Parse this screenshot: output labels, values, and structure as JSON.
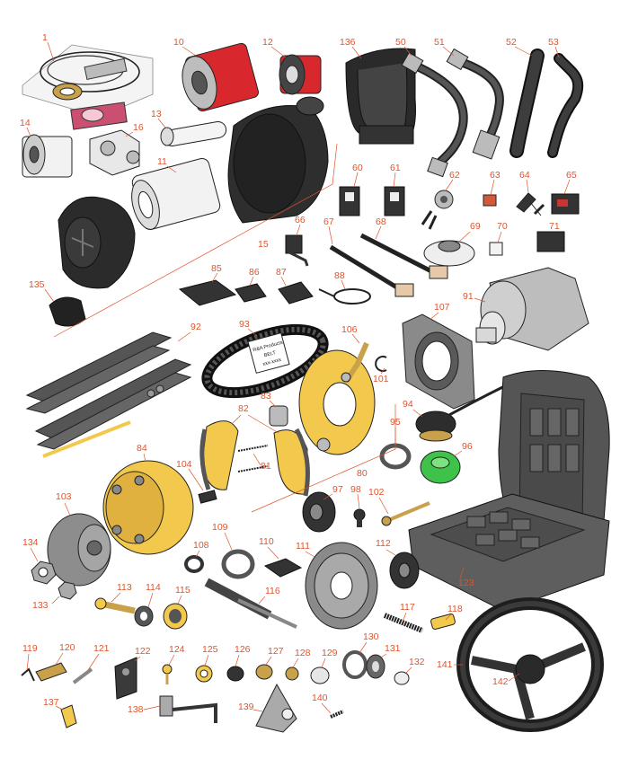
{
  "diagram": {
    "parts": [
      {
        "id": "p1",
        "name": "gasket kit",
        "label": "1"
      },
      {
        "id": "p10",
        "name": "hydraulic filter",
        "label": "10"
      },
      {
        "id": "p12",
        "name": "oil filter",
        "label": "12"
      },
      {
        "id": "p136",
        "name": "air cleaner bracket",
        "label": "136"
      },
      {
        "id": "p50",
        "name": "hydraulic hose",
        "label": "50"
      },
      {
        "id": "p51",
        "name": "hydraulic hose",
        "label": "51"
      },
      {
        "id": "p52",
        "name": "radiator hose upper",
        "label": "52"
      },
      {
        "id": "p53",
        "name": "radiator hose lower",
        "label": "53"
      },
      {
        "id": "p14",
        "name": "fuel filter",
        "label": "14"
      },
      {
        "id": "p16",
        "name": "filter head",
        "label": "16"
      },
      {
        "id": "p13",
        "name": "inner air element",
        "label": "13"
      },
      {
        "id": "p11",
        "name": "outer air element",
        "label": "11"
      },
      {
        "id": "p15",
        "name": "air cleaner assembly",
        "label": "15"
      },
      {
        "id": "p135",
        "name": "vacuator valve",
        "label": "135"
      },
      {
        "id": "p60",
        "name": "rocker switch",
        "label": "60"
      },
      {
        "id": "p61",
        "name": "rocker switch",
        "label": "61"
      },
      {
        "id": "p62",
        "name": "ignition switch",
        "label": "62"
      },
      {
        "id": "p63",
        "name": "fuse",
        "label": "63"
      },
      {
        "id": "p64",
        "name": "keys",
        "label": "64"
      },
      {
        "id": "p65",
        "name": "relay",
        "label": "65"
      },
      {
        "id": "p66",
        "name": "seat switch",
        "label": "66"
      },
      {
        "id": "p67",
        "name": "interlock switch",
        "label": "67"
      },
      {
        "id": "p68",
        "name": "interlock switch",
        "label": "68"
      },
      {
        "id": "p69",
        "name": "horn",
        "label": "69"
      },
      {
        "id": "p70",
        "name": "diode",
        "label": "70"
      },
      {
        "id": "p71",
        "name": "module",
        "label": "71"
      },
      {
        "id": "p85",
        "name": "wear pad",
        "label": "85"
      },
      {
        "id": "p86",
        "name": "wear pad",
        "label": "86"
      },
      {
        "id": "p87",
        "name": "wear pad",
        "label": "87"
      },
      {
        "id": "p88",
        "name": "cable tie",
        "label": "88"
      },
      {
        "id": "p91",
        "name": "hydraulic wheel motor",
        "label": "91"
      },
      {
        "id": "p92",
        "name": "seat slide rails",
        "label": "92"
      },
      {
        "id": "p93",
        "name": "drive belt",
        "label": "93"
      },
      {
        "id": "p106",
        "name": "brake lever",
        "label": "106"
      },
      {
        "id": "p107",
        "name": "motor mount",
        "label": "107"
      },
      {
        "id": "p101",
        "name": "retaining ring",
        "label": "101"
      },
      {
        "id": "p83",
        "name": "brake cam",
        "label": "83"
      },
      {
        "id": "p82",
        "name": "brake shoe",
        "label": "82"
      },
      {
        "id": "p81",
        "name": "brake springs",
        "label": "81"
      },
      {
        "id": "p80",
        "name": "brake assembly",
        "label": "80"
      },
      {
        "id": "p94",
        "name": "fuel cap",
        "label": "94"
      },
      {
        "id": "p95",
        "name": "hose clamp",
        "label": "95"
      },
      {
        "id": "p96",
        "name": "hydraulic cap",
        "label": "96"
      },
      {
        "id": "p84",
        "name": "brake drum",
        "label": "84"
      },
      {
        "id": "p104",
        "name": "wheel stud",
        "label": "104"
      },
      {
        "id": "p97",
        "name": "coupler",
        "label": "97"
      },
      {
        "id": "p98",
        "name": "bolt",
        "label": "98"
      },
      {
        "id": "p102",
        "name": "bolt",
        "label": "102"
      },
      {
        "id": "p123",
        "name": "seat",
        "label": "123"
      },
      {
        "id": "p103",
        "name": "wheel hub",
        "label": "103"
      },
      {
        "id": "p134",
        "name": "nut",
        "label": "134"
      },
      {
        "id": "p133",
        "name": "nut",
        "label": "133"
      },
      {
        "id": "p109",
        "name": "hose clamp",
        "label": "109"
      },
      {
        "id": "p110",
        "name": "bushing block",
        "label": "110"
      },
      {
        "id": "p108",
        "name": "hose clamp",
        "label": "108"
      },
      {
        "id": "p111",
        "name": "pulley",
        "label": "111"
      },
      {
        "id": "p112",
        "name": "coupler half",
        "label": "112"
      },
      {
        "id": "p113",
        "name": "rod end",
        "label": "113"
      },
      {
        "id": "p114",
        "name": "bearing",
        "label": "114"
      },
      {
        "id": "p115",
        "name": "seal",
        "label": "115"
      },
      {
        "id": "p116",
        "name": "gas spring",
        "label": "116"
      },
      {
        "id": "p117",
        "name": "extension spring",
        "label": "117"
      },
      {
        "id": "p118",
        "name": "bushing",
        "label": "118"
      },
      {
        "id": "p119",
        "name": "hitch pin clip",
        "label": "119"
      },
      {
        "id": "p120",
        "name": "decal",
        "label": "120"
      },
      {
        "id": "p121",
        "name": "clevis pin",
        "label": "121"
      },
      {
        "id": "p122",
        "name": "bracket",
        "label": "122"
      },
      {
        "id": "p124",
        "name": "ball joint",
        "label": "124"
      },
      {
        "id": "p125",
        "name": "washer",
        "label": "125"
      },
      {
        "id": "p126",
        "name": "spacer",
        "label": "126"
      },
      {
        "id": "p127",
        "name": "bushing",
        "label": "127"
      },
      {
        "id": "p128",
        "name": "bushing",
        "label": "128"
      },
      {
        "id": "p129",
        "name": "bearing",
        "label": "129"
      },
      {
        "id": "p130",
        "name": "bearing cup",
        "label": "130"
      },
      {
        "id": "p131",
        "name": "bearing cone",
        "label": "131"
      },
      {
        "id": "p132",
        "name": "cap",
        "label": "132"
      },
      {
        "id": "p137",
        "name": "clevis",
        "label": "137"
      },
      {
        "id": "p138",
        "name": "pivot arm",
        "label": "138"
      },
      {
        "id": "p139",
        "name": "idler arm",
        "label": "139"
      },
      {
        "id": "p140",
        "name": "spring",
        "label": "140"
      },
      {
        "id": "p141",
        "name": "steering wheel",
        "label": "141"
      },
      {
        "id": "p142",
        "name": "steering wheel cap",
        "label": "142"
      }
    ],
    "belt_text": [
      "R&A Products",
      "BELT",
      "xxx-xxxx"
    ],
    "colors": {
      "label": "#e0542c",
      "yellow": "#f2c94c",
      "red": "#d8282e",
      "green": "#3fc24a",
      "dark": "#3a3a3a",
      "mid": "#8a8a8a",
      "light": "#cfcfcf"
    }
  }
}
